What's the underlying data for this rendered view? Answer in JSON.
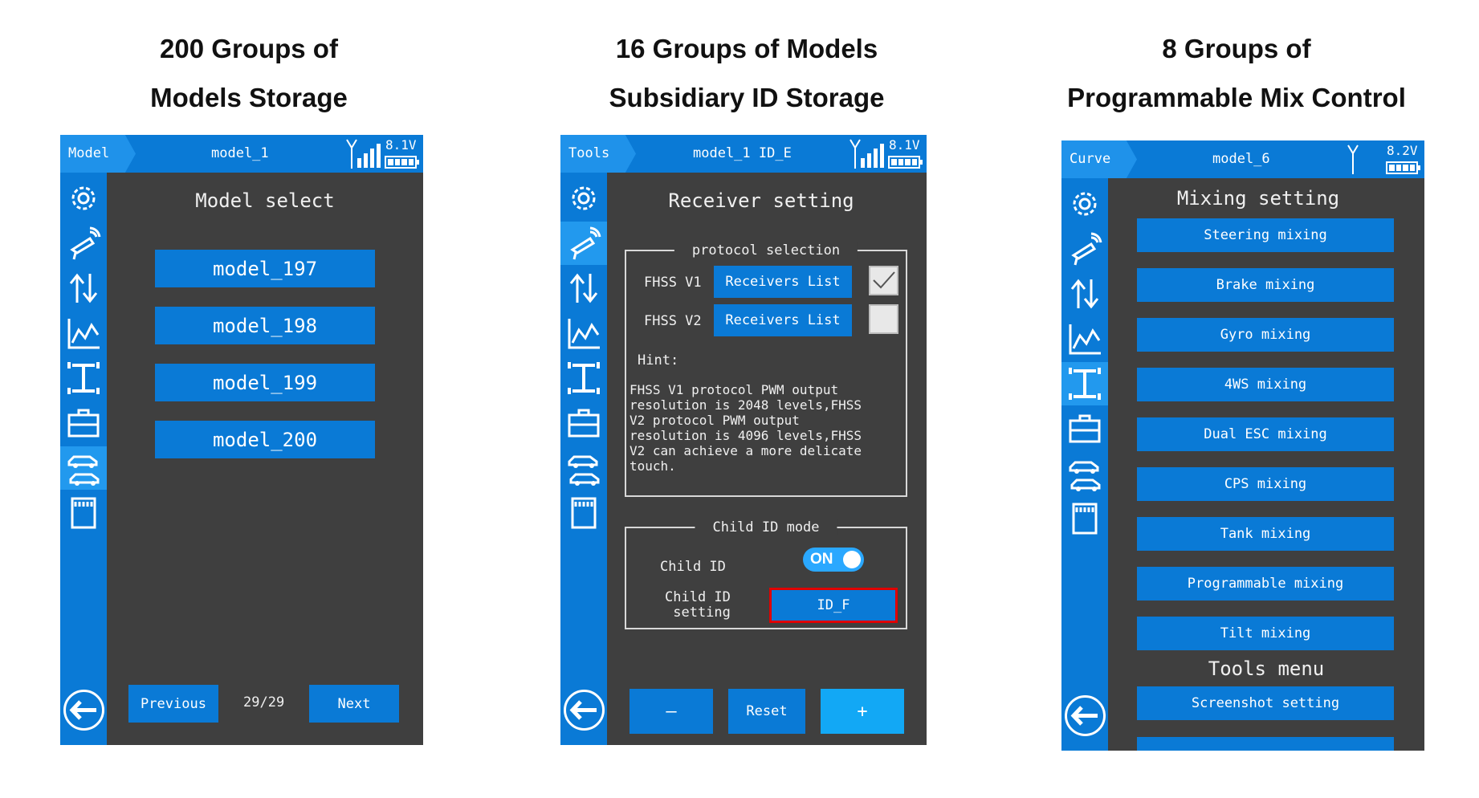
{
  "captions": {
    "storage": {
      "line1": "200 Groups of",
      "line2": "Models Storage"
    },
    "subsidiary": {
      "line1": "16 Groups of Models",
      "line2": "Subsidiary ID Storage"
    },
    "mix": {
      "line1": "8 Groups of",
      "line2": "Programmable Mix Control"
    }
  },
  "screen1": {
    "tag": "Model",
    "title": "model_1",
    "battery": "8.1V",
    "heading": "Model select",
    "models": [
      "model_197",
      "model_198",
      "model_199",
      "model_200"
    ],
    "previous": "Previous",
    "page": "29/29",
    "next": "Next"
  },
  "screen2": {
    "tag": "Tools",
    "title": "model_1 ID_E",
    "battery": "8.1V",
    "heading": "Receiver setting",
    "protocol_group": "protocol selection",
    "protocols": [
      {
        "label": "FHSS V1",
        "button": "Receivers List",
        "checked": true
      },
      {
        "label": "FHSS V2",
        "button": "Receivers List",
        "checked": false
      }
    ],
    "hint_label": "Hint:",
    "hint_text": "FHSS V1 protocol PWM output\nresolution is 2048 levels,FHSS\nV2 protocol PWM output\nresolution is 4096 levels,FHSS\nV2 can achieve a more delicate\ntouch.",
    "child_group": "Child ID mode",
    "child_id_label": "Child ID",
    "child_id_toggle": "ON",
    "child_id_setting_label": "Child ID\n setting",
    "child_id_value": "ID_F",
    "minus": "–",
    "reset": "Reset",
    "plus": "+"
  },
  "screen3": {
    "tag": "Curve",
    "title": "model_6",
    "battery": "8.2V",
    "heading": "Mixing setting",
    "mixes": [
      "Steering mixing",
      "Brake mixing",
      "Gyro mixing",
      "4WS mixing",
      "Dual ESC mixing",
      "CPS mixing",
      "Tank mixing",
      "Programmable mixing",
      "Tilt mixing"
    ],
    "tools_heading": "Tools menu",
    "tools_items": [
      "Screenshot setting"
    ]
  },
  "icons": [
    "gear-icon",
    "transmitter-icon",
    "updown-arrows-icon",
    "chart-icon",
    "chassis-icon",
    "toolbox-icon",
    "cars-icon",
    "sd-card-icon",
    "back-arrow-icon"
  ],
  "colors": {
    "accent": "#0a7ad6",
    "active": "#2299ee",
    "panel": "#3f3f3f",
    "highlight_border": "#e00000"
  }
}
